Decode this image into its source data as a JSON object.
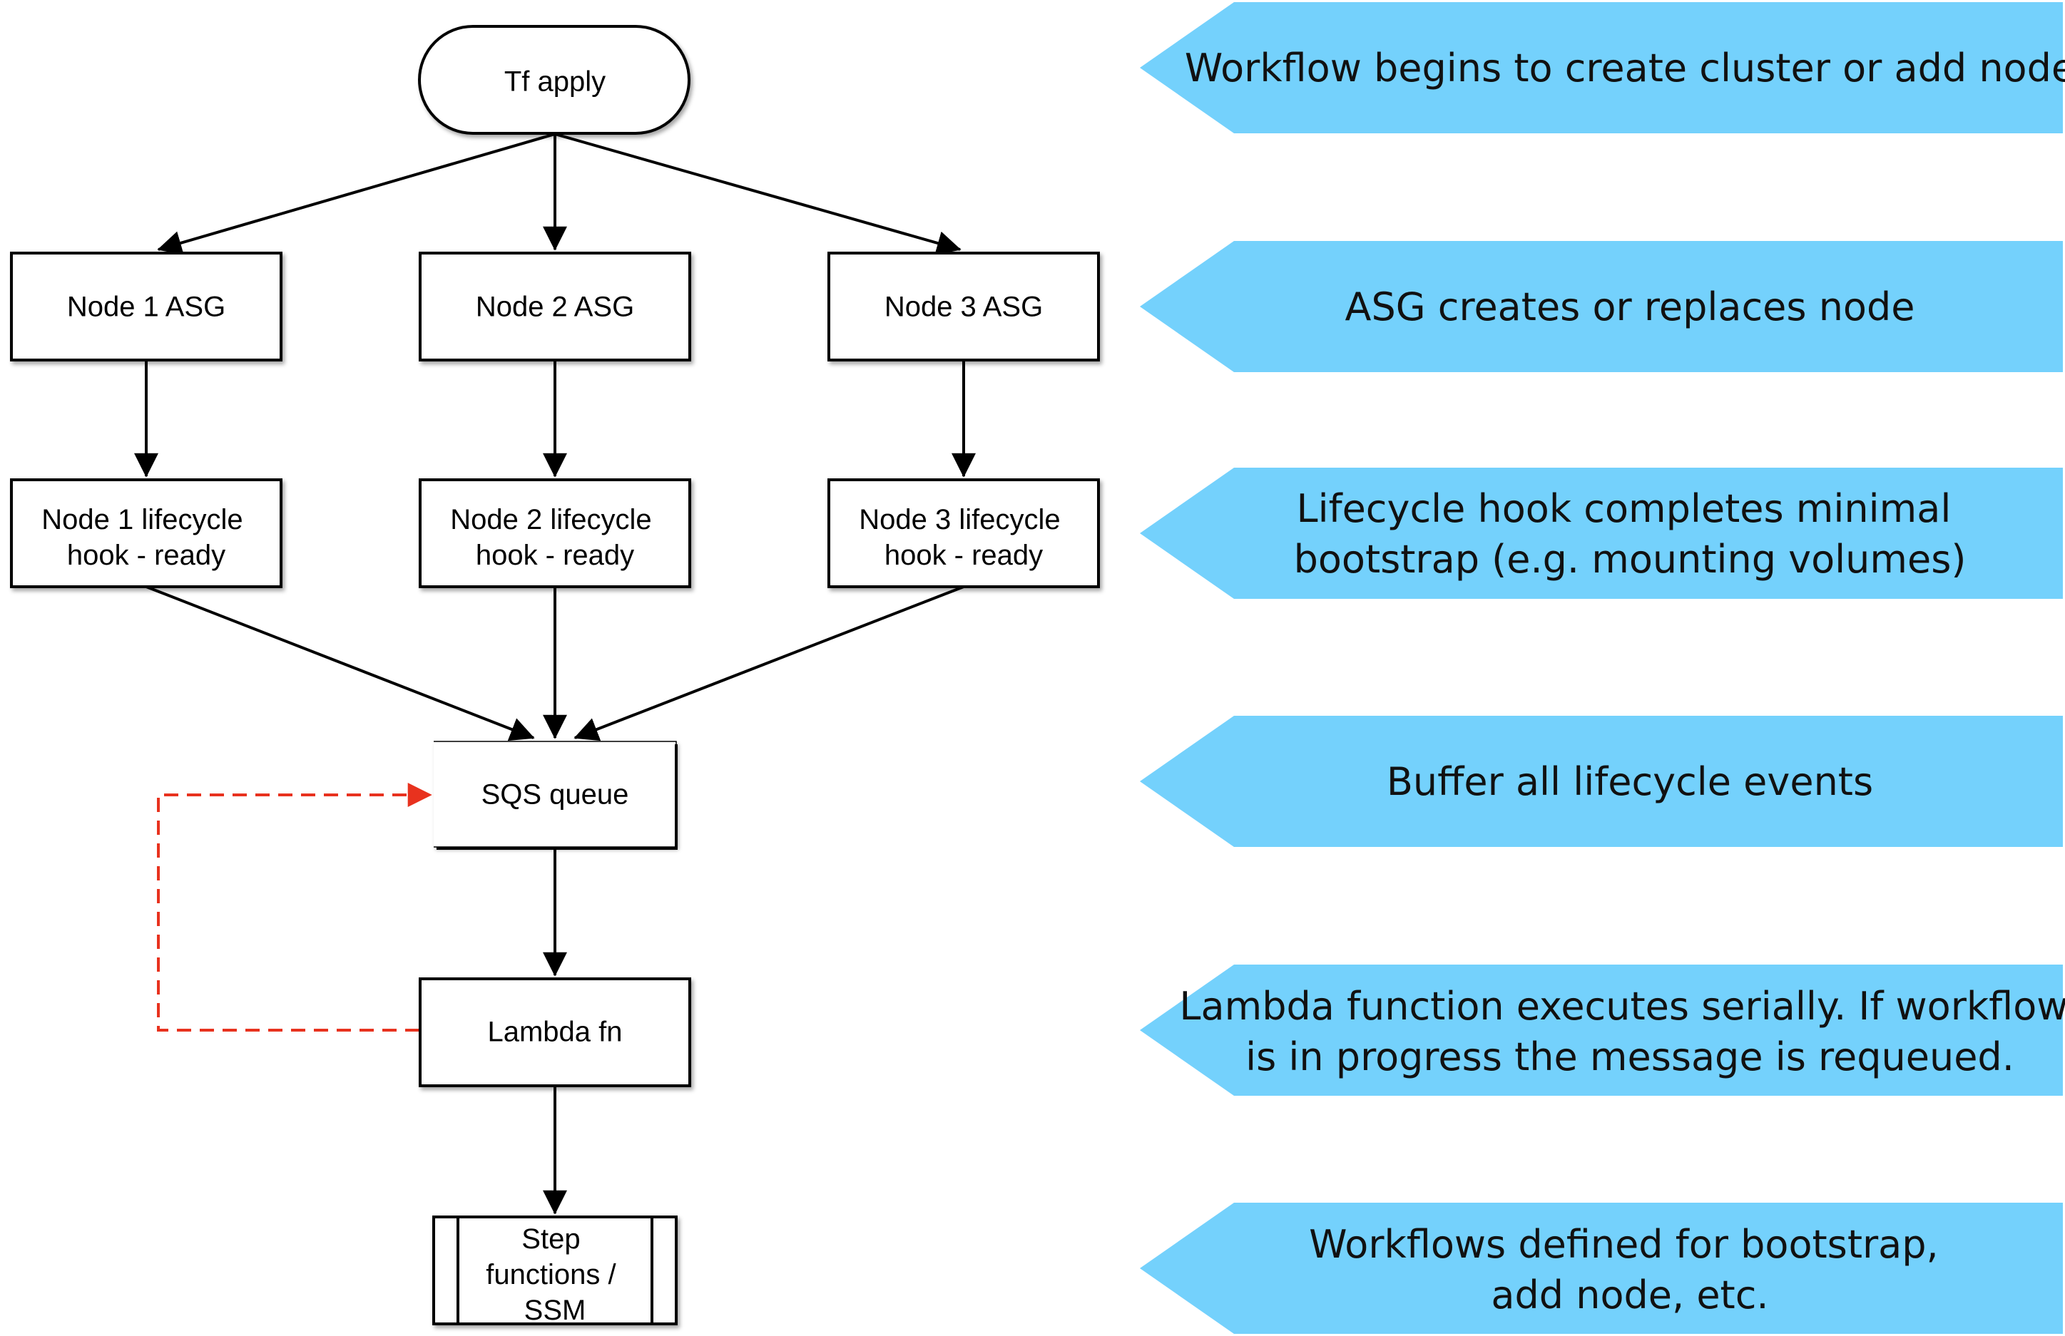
{
  "colors": {
    "callout_fill": "#74d1fc",
    "node_stroke": "#000000",
    "arrow": "#000000",
    "requeue_arrow": "#e8321e"
  },
  "nodes": {
    "tf_apply": "Tf apply",
    "node1_asg": "Node 1 ASG",
    "node2_asg": "Node 2 ASG",
    "node3_asg": "Node 3 ASG",
    "node1_hook": [
      "Node 1 lifecycle",
      "hook - ready"
    ],
    "node2_hook": [
      "Node 2 lifecycle",
      "hook - ready"
    ],
    "node3_hook": [
      "Node 3 lifecycle",
      "hook - ready"
    ],
    "sqs_queue": "SQS queue",
    "lambda_fn": "Lambda fn",
    "step_functions": [
      "Step",
      "functions /",
      "SSM"
    ]
  },
  "callouts": [
    {
      "lines": [
        "Workflow begins to create cluster or add node"
      ]
    },
    {
      "lines": [
        "ASG creates or replaces node"
      ]
    },
    {
      "lines": [
        "Lifecycle hook completes minimal",
        "bootstrap (e.g. mounting volumes)"
      ]
    },
    {
      "lines": [
        "Buffer all lifecycle events"
      ]
    },
    {
      "lines": [
        "Lambda function executes serially.  If workflow",
        "is in progress the message is requeued."
      ]
    },
    {
      "lines": [
        "Workflows defined for bootstrap,",
        "add node, etc."
      ]
    }
  ]
}
